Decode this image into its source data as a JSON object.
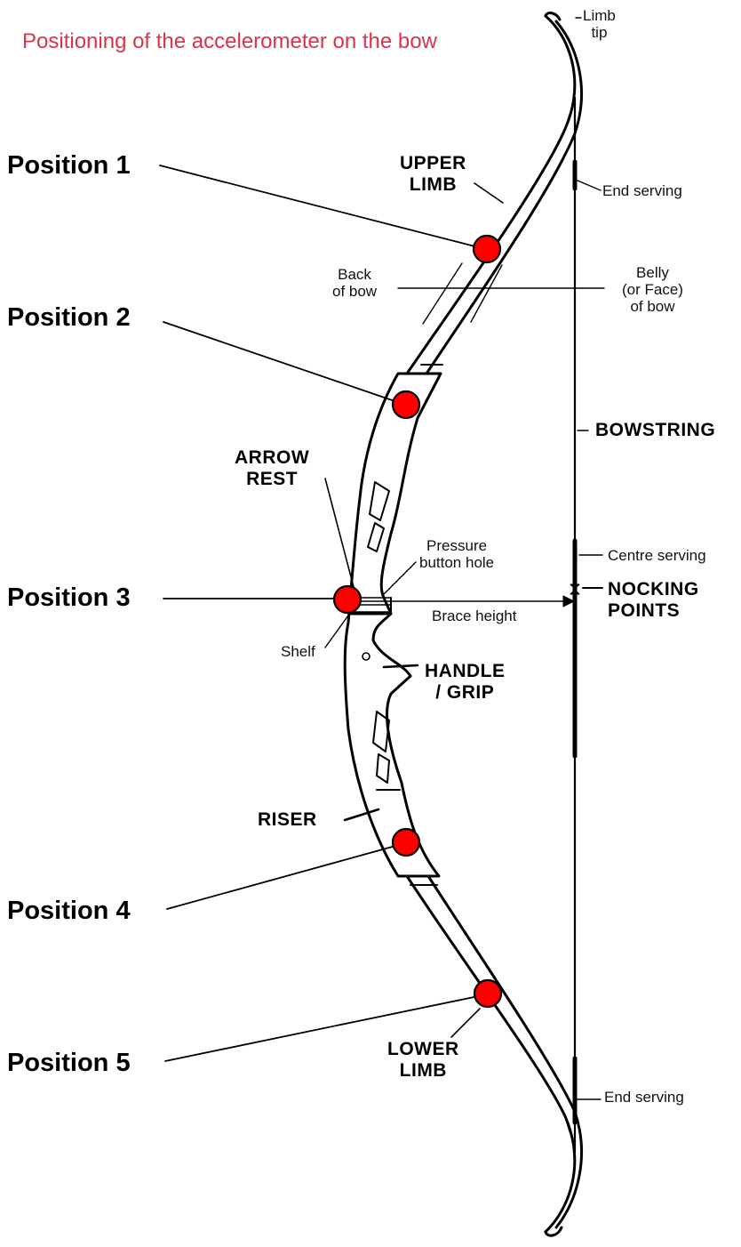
{
  "title": "Positioning of the accelerometer on the bow",
  "positions": [
    {
      "label": "Position 1"
    },
    {
      "label": "Position 2"
    },
    {
      "label": "Position 3"
    },
    {
      "label": "Position 4"
    },
    {
      "label": "Position 5"
    }
  ],
  "parts": {
    "upper_limb": "UPPER\nLIMB",
    "arrow_rest": "ARROW\nREST",
    "bowstring": "BOWSTRING",
    "nocking_points": "NOCKING\nPOINTS",
    "handle_grip": "HANDLE\n/ GRIP",
    "riser": "RISER",
    "lower_limb": "LOWER\nLIMB"
  },
  "annotations": {
    "limb_tip": "Limb\ntip",
    "end_serving_top": "End serving",
    "back_of_bow": "Back\nof bow",
    "belly_of_bow": "Belly\n(or Face)\nof bow",
    "pressure_button_hole": "Pressure\nbutton hole",
    "centre_serving": "Centre serving",
    "brace_height": "Brace height",
    "shelf": "Shelf",
    "end_serving_bottom": "End serving"
  },
  "colors": {
    "title": "#d9344a",
    "marker": "#ff0000",
    "ink": "#000000"
  }
}
